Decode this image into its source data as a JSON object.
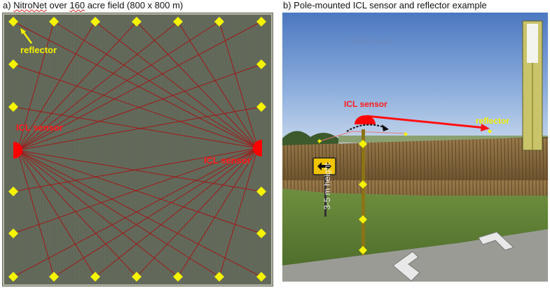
{
  "panel_a": {
    "caption_prefix": "a) ",
    "caption_word1": "NitroNet",
    "caption_mid": " over ",
    "caption_word2": "160",
    "caption_suffix": " acre field (800 x 800 m)",
    "label_reflector": "reflector",
    "label_sensor_left": "ICL sensor",
    "label_sensor_right": "ICL sensor"
  },
  "panel_b": {
    "caption": "b) Pole-mounted ICL sensor and reflector example",
    "watermark": "©2019 Google",
    "label_sensor": "ICL sensor",
    "label_reflector": "reflector",
    "label_height": "3-5 m height"
  },
  "colors": {
    "beam": "#a01818",
    "sensor": "#ff0000",
    "reflector": "#f5f500",
    "label_yellow": "#f5f000",
    "label_red": "#ff1a1a"
  },
  "icons": [
    "sensor-dome-icon",
    "reflector-diamond-icon",
    "arrow-pointer-icon",
    "double-arrow-sign-icon",
    "nav-chevron-icon"
  ]
}
